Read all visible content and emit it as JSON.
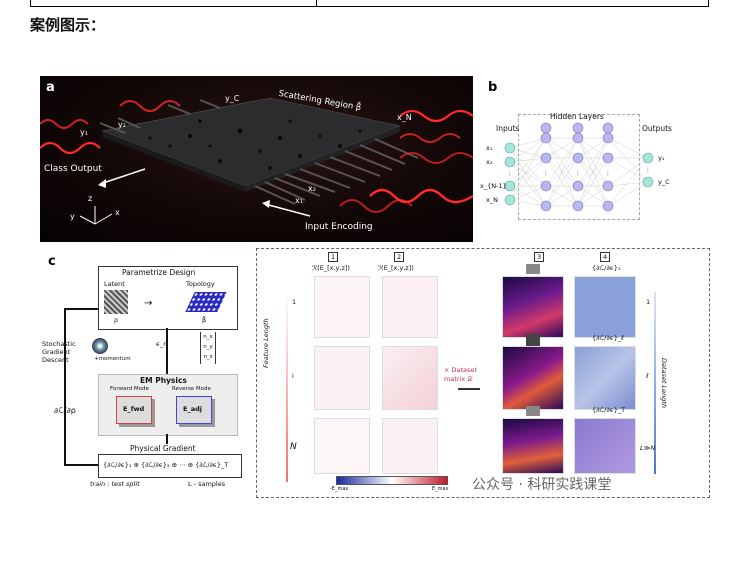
{
  "heading": "案例图示：",
  "panel_a": {
    "letter": "a",
    "region_label": "Scattering Region β̄",
    "class_output": "Class Output",
    "input_encoding": "Input Encoding",
    "y1": "y₁",
    "y2": "y₂",
    "yC": "y_C",
    "x1": "x₁",
    "x2": "x₂",
    "xN": "x_N",
    "axis_x": "x",
    "axis_y": "y",
    "axis_z": "z"
  },
  "panel_b": {
    "letter": "b",
    "hidden": "Hidden Layers",
    "inputs": "Inputs",
    "outputs": "Outputs",
    "in_labels": [
      "x₁",
      "x₂",
      "x_{N-1}",
      "x_N"
    ],
    "out_labels": [
      "y₁",
      "y_C"
    ]
  },
  "panel_c": {
    "letter": "c",
    "parametrize": "Parametrize Design",
    "latent": "Latent",
    "topology": "Topology",
    "rho": "ρ",
    "beta": "β̄",
    "sgd": "Stochastic Gradient Descent",
    "momentum": "+momentum",
    "grad_frac": "∂ℒ/∂ρ",
    "eps": "ϵ_r",
    "n_vector": [
      "n_x",
      "n_y",
      "n_z"
    ],
    "em_physics": "EM Physics",
    "forward_mode": "Forward Mode",
    "reverse_mode": "Reverse Mode",
    "e_fwd": "E_fwd",
    "e_adj": "E_adj",
    "physical_gradient": "Physical Gradient",
    "gradient_sum": "{∂ℒ/∂ϵ}₁ ⊕ {∂ℒ/∂ϵ}₂ ⊕ ⋯ ⊕ {∂ℒ/∂ϵ}_T",
    "train_test": "train : test split",
    "l_samples": "L - samples",
    "col1_num": "1",
    "col2_num": "2",
    "col3_num": "3",
    "col4_num": "4",
    "col1_title": "ℛ(E_[x,y,z])",
    "col2_title": "ℐ(E_[x,y,z])",
    "col4_title": "{∂ℒ/∂ϵ}₁",
    "col4_mid": "{∂ℒ/∂ϵ}_ℓ",
    "col4_bot": "{∂ℒ/∂ϵ}_T",
    "feature_length": "Feature Length",
    "dataset_length": "Dataset Length",
    "left_ticks": [
      "1",
      "i",
      "N"
    ],
    "right_ticks": [
      "1",
      "ℓ",
      "L≫N"
    ],
    "dataset_matrix": "× Dataset matrix 𝒟",
    "cbar_min": "-E_max",
    "cbar_max": "E_max"
  },
  "watermark": "公众号 · 科研实践课堂",
  "colors": {
    "laser": "#ff2a2a",
    "node_in": "#a7e3d6",
    "node_hidden": "#b9b6f2",
    "grad_blue": "#8aa0d8",
    "plasma": "#5a1a8c"
  }
}
